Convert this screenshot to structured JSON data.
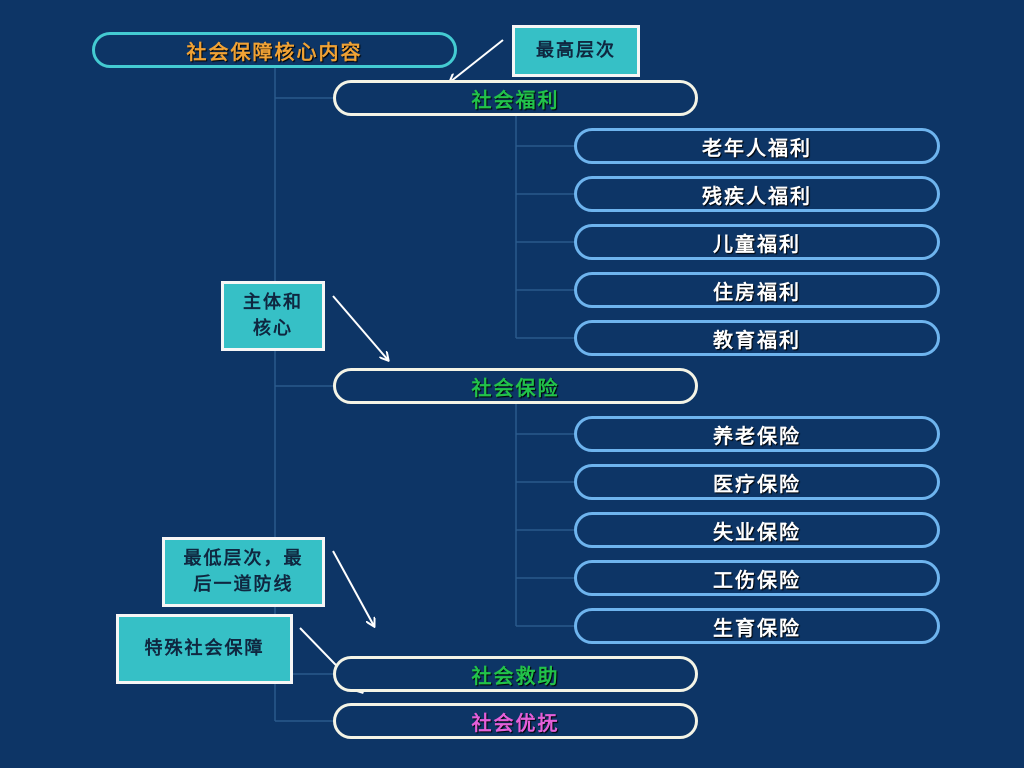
{
  "root": {
    "label": "社会保障核心内容",
    "color": "#f0a235"
  },
  "categories": [
    {
      "label": "社会福利",
      "color": "#22c24a",
      "children": [
        "老年人福利",
        "残疾人福利",
        "儿童福利",
        "住房福利",
        "教育福利"
      ]
    },
    {
      "label": "社会保险",
      "color": "#22c24a",
      "children": [
        "养老保险",
        "医疗保险",
        "失业保险",
        "工伤保险",
        "生育保险"
      ]
    },
    {
      "label": "社会救助",
      "color": "#22c24a",
      "children": []
    },
    {
      "label": "社会优抚",
      "color": "#e45fd9",
      "children": []
    }
  ],
  "notes": [
    {
      "text": "最高层次"
    },
    {
      "text": "主体和\n核心"
    },
    {
      "text": "最低层次，最\n后一道防线"
    },
    {
      "text": "特殊社会保障"
    }
  ],
  "colors": {
    "background": "#0d3566",
    "root_border": "#44cbd2",
    "category_border": "#f4f4e6",
    "leaf_border": "#6eb4ee",
    "note_fill": "#36c0c6",
    "connector": "#2a5a8c",
    "arrow": "#ffffff"
  }
}
